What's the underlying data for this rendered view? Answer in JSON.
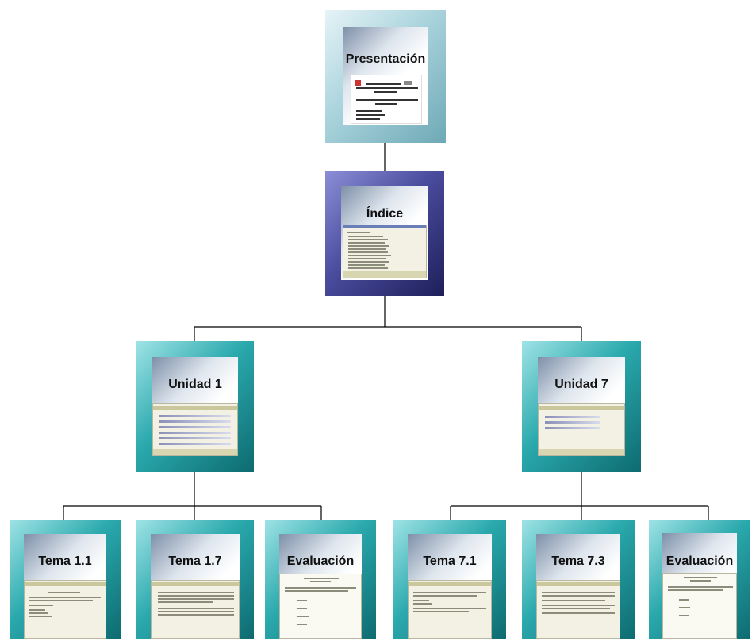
{
  "colors": {
    "presentation_frame": "#a9d3dc",
    "index_frame": "#4a4c9e",
    "unit_frame": "#2aa9ad",
    "connector": "#000000"
  },
  "nodes": {
    "presentacion": {
      "label": "Presentación"
    },
    "indice": {
      "label": "Índice"
    },
    "unidad1": {
      "label": "Unidad 1"
    },
    "unidad7": {
      "label": "Unidad 7"
    },
    "tema11": {
      "label": "Tema 1.1"
    },
    "tema17": {
      "label": "Tema 1.7"
    },
    "evaluacion1": {
      "label": "Evaluación"
    },
    "tema71": {
      "label": "Tema 7.1"
    },
    "tema73": {
      "label": "Tema 7.3"
    },
    "evaluacion7": {
      "label": "Evaluación"
    }
  }
}
